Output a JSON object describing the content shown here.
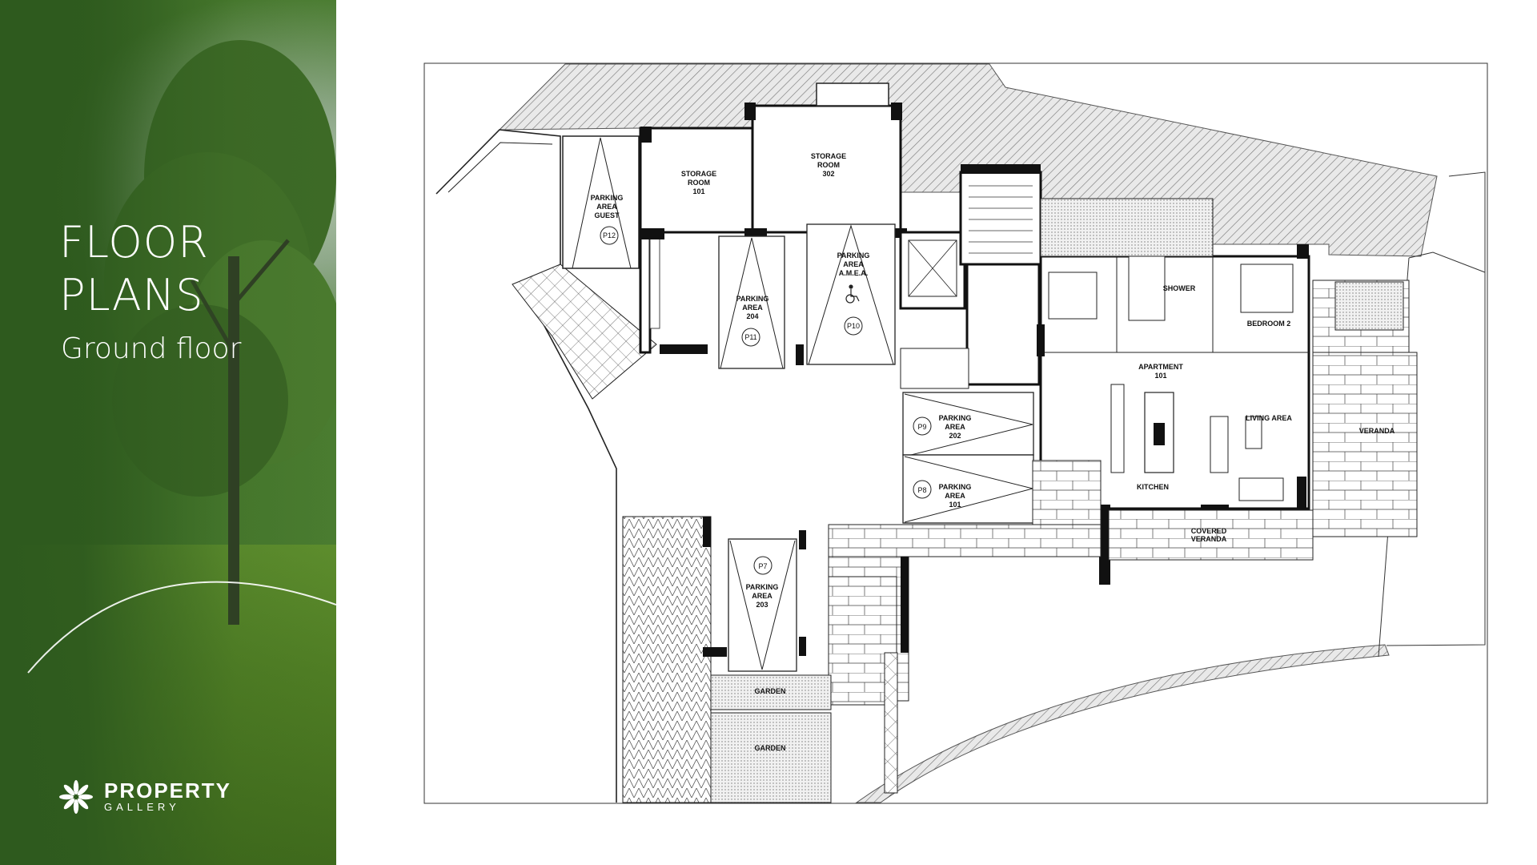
{
  "sidebar": {
    "title_line1": "FLOOR",
    "title_line2": "PLANS",
    "subtitle": "Ground floor",
    "logo": {
      "name": "PROPERTY",
      "tagline": "GALLERY",
      "icon": "flower-logo-icon"
    }
  },
  "plan": {
    "rooms": {
      "storage_101": [
        "STORAGE",
        "ROOM",
        "101"
      ],
      "storage_302": [
        "STORAGE",
        "ROOM",
        "302"
      ],
      "parking_guest": [
        "PARKING",
        "AREA",
        "GUEST"
      ],
      "parking_204": [
        "PARKING",
        "AREA",
        "204"
      ],
      "parking_amea": [
        "PARKING",
        "AREA",
        "A.M.E.A."
      ],
      "parking_202": [
        "PARKING",
        "AREA",
        "202"
      ],
      "parking_101": [
        "PARKING",
        "AREA",
        "101"
      ],
      "parking_203": [
        "PARKING",
        "AREA",
        "203"
      ],
      "shower": "SHOWER",
      "bedroom2": "BEDROOM 2",
      "apartment": [
        "APARTMENT",
        "101"
      ],
      "living": "LIVING AREA",
      "kitchen": "KITCHEN",
      "veranda": "VERANDA",
      "covered_veranda": [
        "COVERED",
        "VERANDA"
      ],
      "garden_1": "GARDEN",
      "garden_2": "GARDEN"
    },
    "spots": {
      "p12": "P12",
      "p11": "P11",
      "p10": "P10",
      "p9": "P9",
      "p8": "P8",
      "p7": "P7"
    }
  }
}
